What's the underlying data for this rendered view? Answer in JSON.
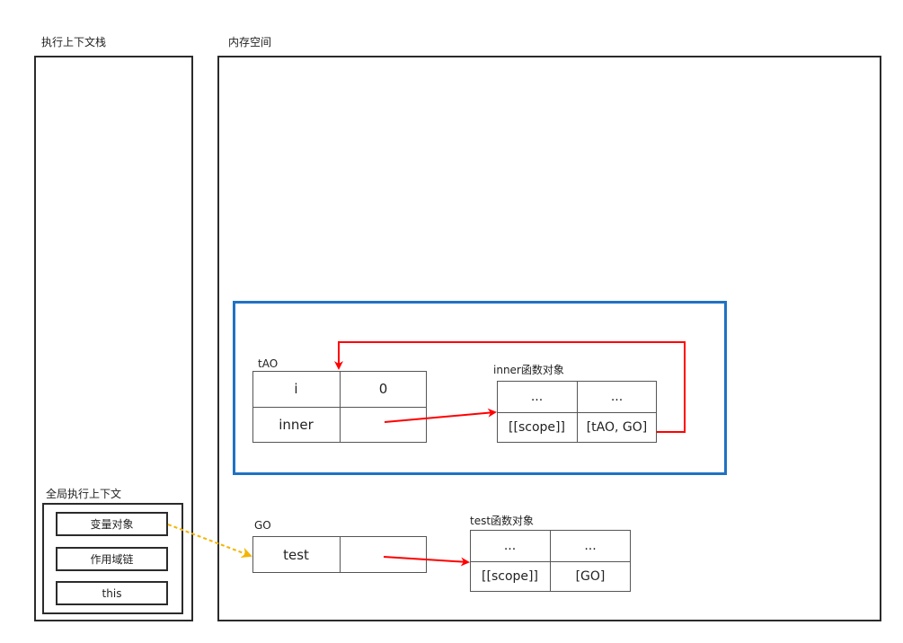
{
  "stack": {
    "title": "执行上下文栈"
  },
  "memory": {
    "title": "内存空间"
  },
  "global_context": {
    "title": "全局执行上下文",
    "items": [
      "变量对象",
      "作用域链",
      "this"
    ]
  },
  "tao": {
    "title": "tAO",
    "rows": [
      {
        "key": "i",
        "value": "0"
      },
      {
        "key": "inner",
        "value": ""
      }
    ]
  },
  "inner_fn": {
    "title": "inner函数对象",
    "rows": [
      {
        "key": "...",
        "value": "..."
      },
      {
        "key": "[[scope]]",
        "value": "[tAO, GO]"
      }
    ]
  },
  "go": {
    "title": "GO",
    "rows": [
      {
        "key": "test",
        "value": ""
      }
    ]
  },
  "test_fn": {
    "title": "test函数对象",
    "rows": [
      {
        "key": "...",
        "value": "..."
      },
      {
        "key": "[[scope]]",
        "value": "[GO]"
      }
    ]
  },
  "colors": {
    "ref_arrow": "#ff0000",
    "link_arrow": "#f4b400",
    "closure_frame": "#1f72c4"
  }
}
